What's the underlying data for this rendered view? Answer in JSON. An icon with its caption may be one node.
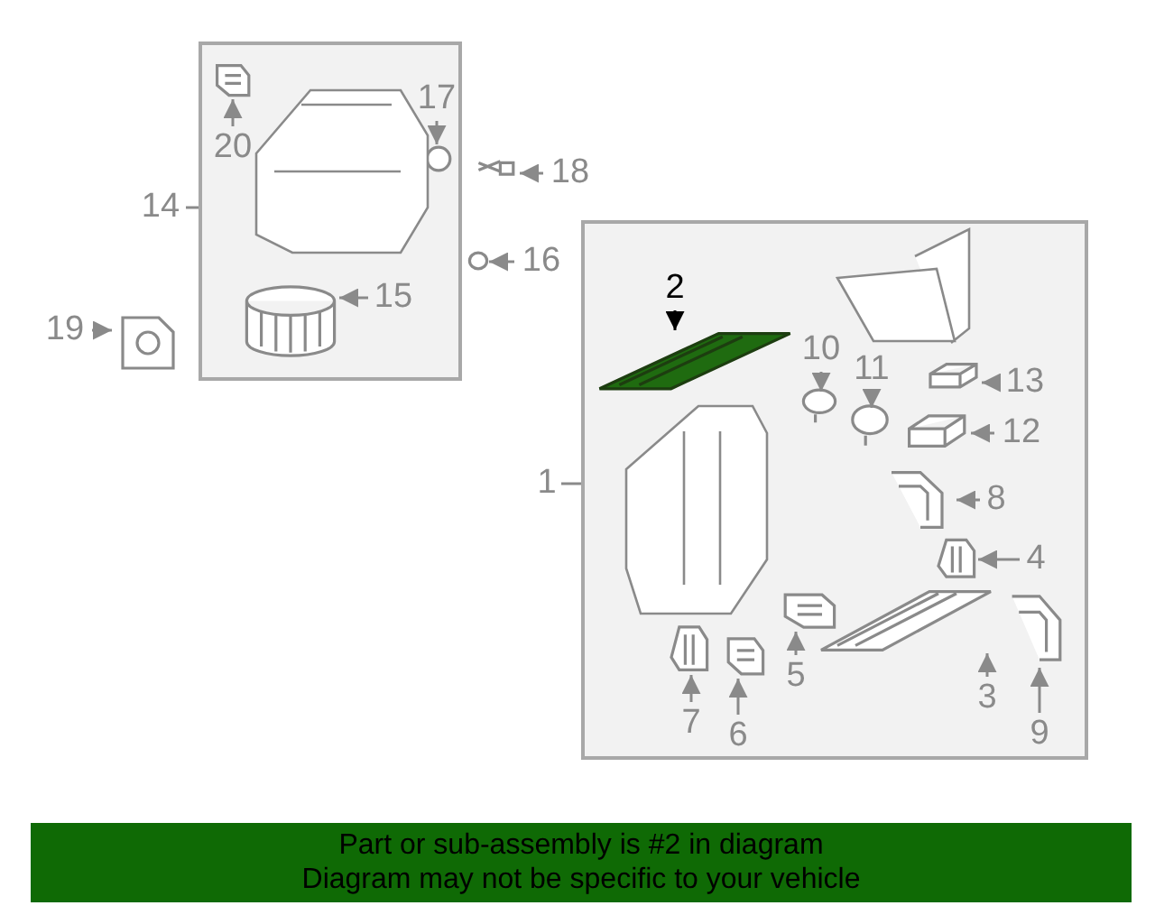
{
  "diagram": {
    "nodes": [
      {
        "text": [],
        "shape": "box"
      },
      {
        "text": [
          "14"
        ]
      },
      {
        "text": [
          "20"
        ],
        "in": 0
      },
      {
        "text": [],
        "shape": "picture",
        "in": 0
      },
      {
        "text": [
          "17"
        ],
        "in": 0
      },
      {
        "text": [],
        "shape": "picture",
        "in": 0
      },
      {
        "text": [],
        "shape": "picture",
        "in": 0
      },
      {
        "text": [
          "15"
        ],
        "in": 0
      },
      {
        "text": [
          "18"
        ]
      },
      {
        "text": [],
        "shape": "picture"
      },
      {
        "text": [],
        "shape": "picture"
      },
      {
        "text": [
          "16"
        ]
      },
      {
        "text": [],
        "shape": "picture"
      },
      {
        "text": [
          "19"
        ]
      },
      {
        "text": [],
        "shape": "box"
      },
      {
        "text": [
          "1"
        ]
      },
      {
        "text": [
          "2"
        ],
        "in": 14
      },
      {
        "text": [],
        "shape": "picture",
        "in": 14
      },
      {
        "text": [
          "10"
        ],
        "in": 14
      },
      {
        "text": [],
        "shape": "picture",
        "in": 14
      },
      {
        "text": [
          "11"
        ],
        "in": 14
      },
      {
        "text": [],
        "shape": "picture",
        "in": 14
      },
      {
        "text": [],
        "shape": "picture",
        "in": 14
      },
      {
        "text": [
          "13"
        ],
        "in": 14
      },
      {
        "text": [],
        "shape": "picture",
        "in": 14
      },
      {
        "text": [
          "12"
        ],
        "in": 14
      },
      {
        "text": [],
        "shape": "picture",
        "in": 14
      },
      {
        "text": [
          "8"
        ],
        "in": 14
      },
      {
        "text": [],
        "shape": "picture",
        "in": 14
      },
      {
        "text": [
          "4"
        ],
        "in": 14
      },
      {
        "text": [],
        "shape": "picture",
        "in": 14
      },
      {
        "text": [
          "5"
        ],
        "in": 14
      },
      {
        "text": [],
        "shape": "picture",
        "in": 14
      },
      {
        "text": [
          "3"
        ],
        "in": 14
      },
      {
        "text": [],
        "shape": "picture",
        "in": 14
      },
      {
        "text": [
          "9"
        ],
        "in": 14
      },
      {
        "text": [],
        "shape": "picture",
        "in": 14
      },
      {
        "text": [
          "7"
        ],
        "in": 14
      },
      {
        "text": [],
        "shape": "picture",
        "in": 14
      },
      {
        "text": [
          "6"
        ],
        "in": 14
      },
      {
        "text": [
          "Part or sub-assembly is #2 in diagram",
          "Diagram may not be specific to your vehicle"
        ]
      }
    ],
    "edges": [
      {
        "from": 1,
        "to": 0,
        "arrow": "none"
      },
      {
        "from": 2,
        "to": 3,
        "arrow": "to"
      },
      {
        "from": 4,
        "to": 5,
        "arrow": "to"
      },
      {
        "from": 7,
        "to": 6,
        "arrow": "to"
      },
      {
        "from": 8,
        "to": 9,
        "arrow": "to"
      },
      {
        "from": 11,
        "to": 10,
        "arrow": "to"
      },
      {
        "from": 13,
        "to": 12,
        "arrow": "to"
      },
      {
        "from": 15,
        "to": 14,
        "arrow": "none"
      },
      {
        "from": 16,
        "to": 17,
        "arrow": "to",
        "color": "#000000"
      },
      {
        "from": 18,
        "to": 19,
        "arrow": "to"
      },
      {
        "from": 20,
        "to": 21,
        "arrow": "to"
      },
      {
        "from": 23,
        "to": 22,
        "arrow": "to"
      },
      {
        "from": 25,
        "to": 24,
        "arrow": "to"
      },
      {
        "from": 27,
        "to": 26,
        "arrow": "to"
      },
      {
        "from": 29,
        "to": 28,
        "arrow": "to"
      },
      {
        "from": 31,
        "to": 30,
        "arrow": "to"
      },
      {
        "from": 33,
        "to": 32,
        "arrow": "to"
      },
      {
        "from": 35,
        "to": 34,
        "arrow": "to"
      },
      {
        "from": 37,
        "to": 36,
        "arrow": "to"
      },
      {
        "from": 39,
        "to": 38,
        "arrow": "to"
      }
    ]
  }
}
